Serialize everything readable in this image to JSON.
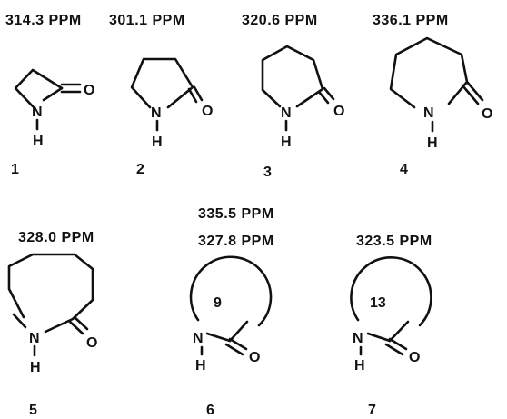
{
  "compounds": [
    {
      "id": "1",
      "label": "1",
      "shifts": [
        "314.3 PPM"
      ],
      "atoms": {
        "n": "N",
        "h": "H",
        "o": "O"
      }
    },
    {
      "id": "2",
      "label": "2",
      "shifts": [
        "301.1 PPM"
      ],
      "atoms": {
        "n": "N",
        "h": "H",
        "o": "O"
      }
    },
    {
      "id": "3",
      "label": "3",
      "shifts": [
        "320.6 PPM"
      ],
      "atoms": {
        "n": "N",
        "h": "H",
        "o": "O"
      }
    },
    {
      "id": "4",
      "label": "4",
      "shifts": [
        "336.1 PPM"
      ],
      "atoms": {
        "n": "N",
        "h": "H",
        "o": "O"
      }
    },
    {
      "id": "5",
      "label": "5",
      "shifts": [
        "328.0 PPM"
      ],
      "atoms": {
        "n": "N",
        "h": "H",
        "o": "O"
      }
    },
    {
      "id": "6",
      "label": "6",
      "shifts": [
        "335.5 PPM",
        "327.8 PPM"
      ],
      "ring_size": "9",
      "atoms": {
        "n": "N",
        "h": "H",
        "o": "O"
      }
    },
    {
      "id": "7",
      "label": "7",
      "shifts": [
        "323.5 PPM"
      ],
      "ring_size": "13",
      "atoms": {
        "n": "N",
        "h": "H",
        "o": "O"
      }
    }
  ]
}
